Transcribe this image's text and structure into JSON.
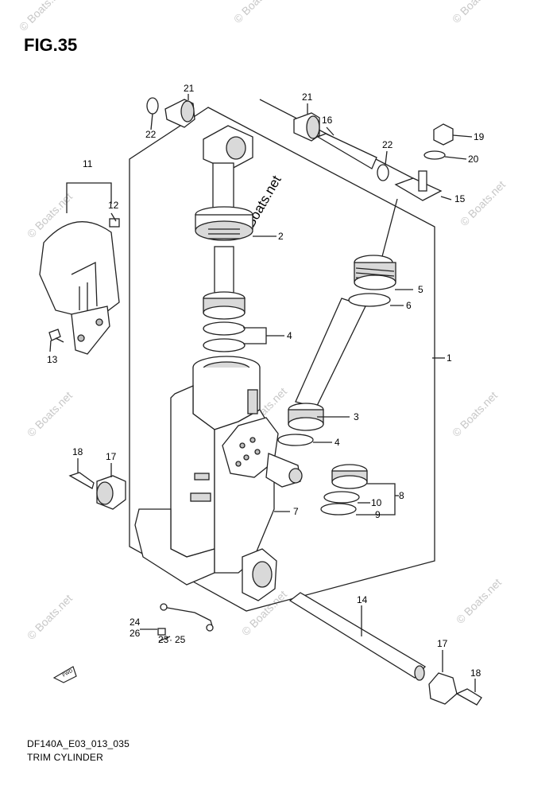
{
  "figure": {
    "title": "FIG.35",
    "code": "DF140A_E03_013_035",
    "name": "TRIM CYLINDER"
  },
  "watermark": {
    "text": "© Boats.net",
    "center_text": "©Boats.net"
  },
  "fwd_label": "FWD",
  "callouts": {
    "c1": "1",
    "c2": "2",
    "c3": "3",
    "c4a": "4",
    "c4b": "4",
    "c5": "5",
    "c6": "6",
    "c7": "7",
    "c8": "8",
    "c9": "9",
    "c10": "10",
    "c11": "11",
    "c12": "12",
    "c13": "13",
    "c14": "14",
    "c15": "15",
    "c16": "16",
    "c17a": "17",
    "c17b": "17",
    "c18a": "18",
    "c18b": "18",
    "c19": "19",
    "c20": "20",
    "c21a": "21",
    "c21b": "21",
    "c22a": "22",
    "c22b": "22",
    "c23": "23",
    "c24": "24",
    "c25": "25",
    "c26": "26"
  }
}
